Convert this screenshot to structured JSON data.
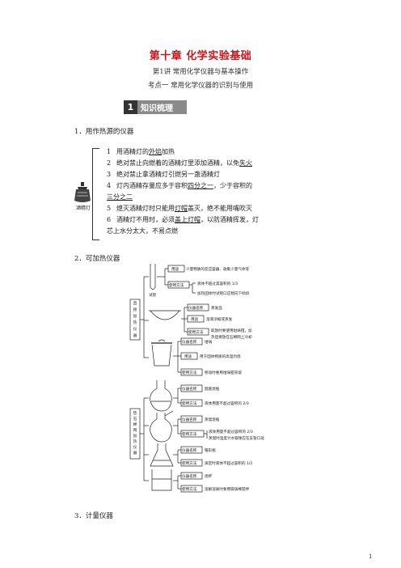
{
  "header": {
    "chapter_title": "第十章  化学实验基础",
    "lecture": "第1讲    常用化学仪器与基本操作",
    "kaodian": "考点一    常用化学仪器的识别与使用"
  },
  "badge": {
    "num": "1",
    "text": "知识梳理"
  },
  "section1": {
    "title": "1．用作热源的仪器",
    "lamp_label": "酒精灯",
    "rules": [
      {
        "n": "1",
        "pre": "用酒精灯的",
        "u": "外焰",
        "post": "加热"
      },
      {
        "n": "2",
        "pre": "绝对禁止向燃着的酒精灯里添加酒精，以免",
        "u": "失火",
        "post": ""
      },
      {
        "n": "3",
        "pre": "绝对禁止拿酒精灯引燃另一盏酒精灯",
        "u": "",
        "post": ""
      },
      {
        "n": "4",
        "pre": "灯内酒精存量应多于容积",
        "u": "四分之一",
        "post": "，少于容积的"
      },
      {
        "n": "",
        "pre": "",
        "u": "三分之二",
        "post": ""
      },
      {
        "n": "5",
        "pre": "熄灭酒精灯时只能用",
        "u": "灯帽",
        "post": "盖灭，绝不能用嘴吹灭"
      },
      {
        "n": "6",
        "pre": "酒精灯不用时，必须",
        "u": "盖上灯帽",
        "post": "，以防酒精挥发，灯"
      },
      {
        "n": "",
        "pre": "芯上水分太大，不易点燃",
        "u": "",
        "post": ""
      }
    ]
  },
  "section2": {
    "title": "2．可加热仪器",
    "group1_label": "直接加热仪器",
    "group2_label": "垫石棉网加热仪器",
    "tube": {
      "name": "试管",
      "use_tag": "用途",
      "use": "少量物质的反应容器、收集少量气体等",
      "method_tag": "使用方法",
      "m1": "液体不超过其容积的 1/3",
      "m2": "加热固体时试管口应稍向下倾斜"
    },
    "dish": {
      "name_tag": "仪器名称",
      "name": "蒸发皿",
      "use_tag": "用途",
      "use": "溶液浓缩或蒸发",
      "method_tag": "使用方法",
      "m1": "取放时要使用坩埚钳，加",
      "m2": "热后要放在石棉网上冷却"
    },
    "crucible": {
      "name_tag": "仪器名称",
      "name": "坩埚",
      "use_tag": "用途",
      "use": "用于固体物质的高温灼烧",
      "method_tag": "使用方法",
      "m1": "移动时要用坩埚钳夹取"
    },
    "round": {
      "name_tag": "仪器名称",
      "name": "圆底烧瓶",
      "method_tag": "使用方法",
      "m1": "液体用量不超过容积的 2/3"
    },
    "distill": {
      "name_tag": "仪器名称",
      "name": "蒸馏烧瓶",
      "method_tag": "使用方法",
      "m1": "液体用量不超过容积的 2/3",
      "m2": "蒸馏时温度计水银球应在支管口处"
    },
    "conical": {
      "name_tag": "仪器名称",
      "name": "锥形瓶",
      "method_tag": "使用方法",
      "m1": "滴定时液体不超过容积的 1/2"
    },
    "beaker": {
      "name_tag": "仪器名称",
      "name": "烧杯",
      "method_tag": "使用方法",
      "m1": "溶解溶质时要用玻璃棒搅拌"
    }
  },
  "section3": {
    "title": "3．计量仪器"
  },
  "page_number": "1"
}
